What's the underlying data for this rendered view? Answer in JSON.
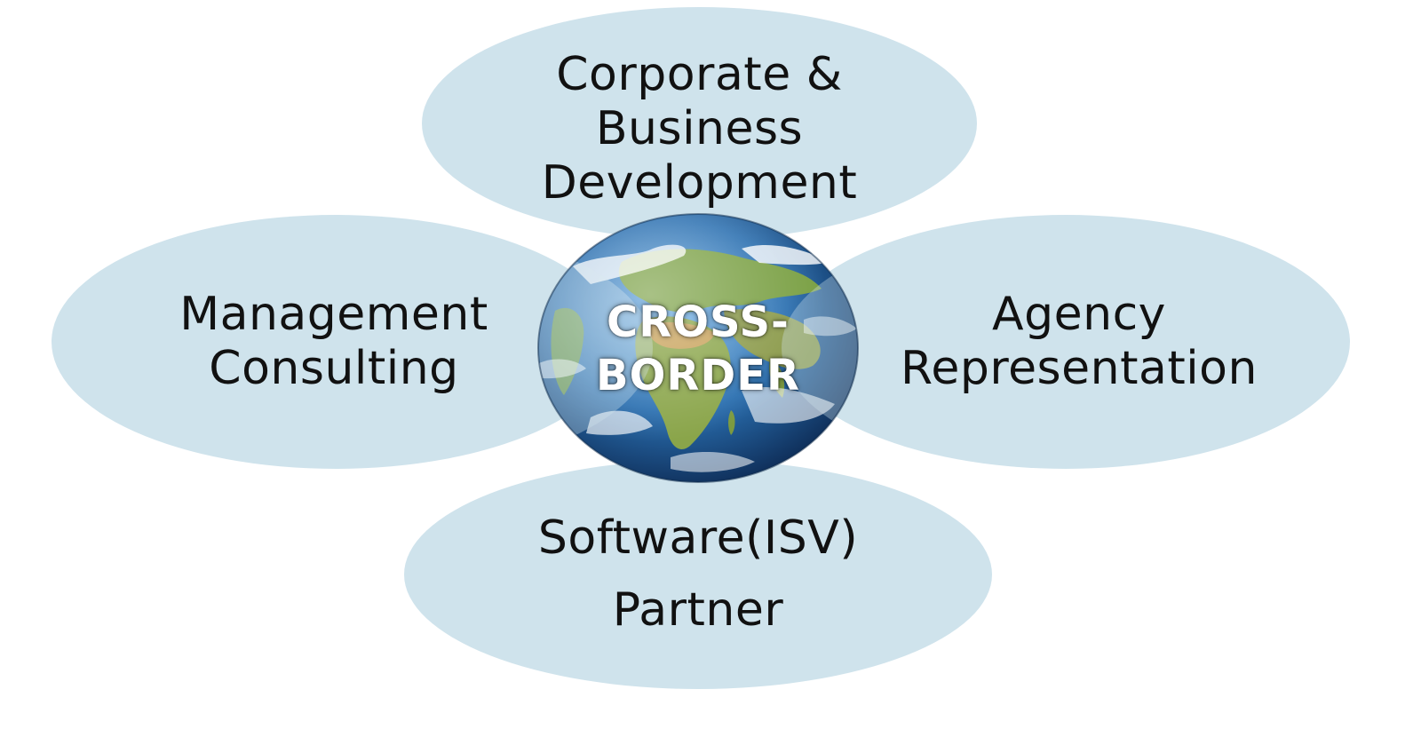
{
  "nodes": {
    "top": {
      "lines": [
        "Corporate &",
        "Business",
        "Development"
      ]
    },
    "left": {
      "lines": [
        "Management",
        "Consulting"
      ]
    },
    "right": {
      "lines": [
        "Agency",
        "Representation"
      ]
    },
    "bottom": {
      "lines": [
        "Software(ISV)",
        "Partner"
      ]
    }
  },
  "center": {
    "lines": [
      "CROSS-",
      "BORDER"
    ]
  },
  "colors": {
    "petal": "#cfe3ec",
    "ocean": "#2a6fb0",
    "land": "#6f9a3a",
    "text": "#111111",
    "center_text": "#ffffff"
  },
  "icons": {
    "center": "globe-icon"
  }
}
